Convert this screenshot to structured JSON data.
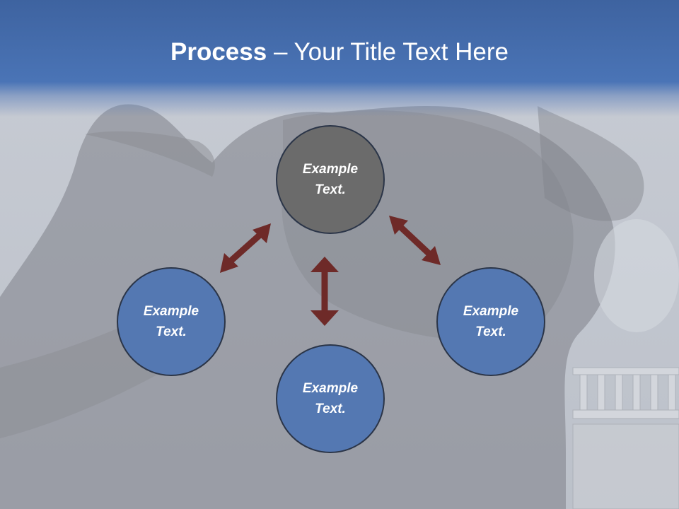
{
  "title": {
    "bold": "Process",
    "rest": " – Your Title Text Here"
  },
  "nodes": [
    {
      "id": "top",
      "text": "Example Text."
    },
    {
      "id": "left",
      "text": "Example Text."
    },
    {
      "id": "bottom",
      "text": "Example Text."
    },
    {
      "id": "right",
      "text": "Example Text."
    }
  ],
  "edges": [
    {
      "from": "left",
      "to": "top",
      "style": "double-arrow"
    },
    {
      "from": "top",
      "to": "right",
      "style": "double-arrow"
    },
    {
      "from": "top",
      "to": "bottom",
      "style": "double-arrow"
    }
  ],
  "colors": {
    "header": "#4a74b6",
    "node_top": "#6b6b6b",
    "node_other": "#5478b2",
    "arrow": "#6e2a28"
  }
}
